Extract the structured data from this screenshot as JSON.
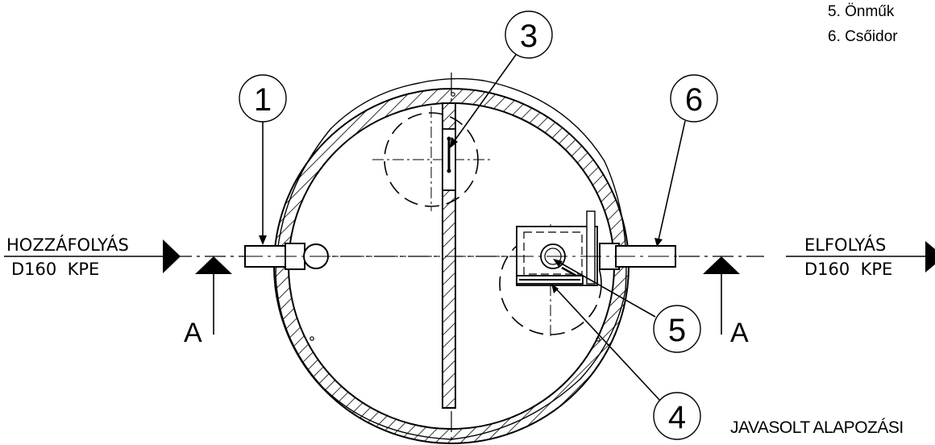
{
  "legend": {
    "item5": "5. Önműk",
    "item6": "6. Csőidor"
  },
  "inflow": {
    "label": "HOZZÁFOLYÁS",
    "pipe": "D160  KPE"
  },
  "outflow": {
    "label": "ELFOLYÁS",
    "pipe": "D160  KPE"
  },
  "section": {
    "left_mark": "A",
    "right_mark": "A"
  },
  "callouts": [
    "1",
    "3",
    "6",
    "5",
    "4"
  ],
  "footer_text": "JAVASOLT ALAPOZÁSI"
}
